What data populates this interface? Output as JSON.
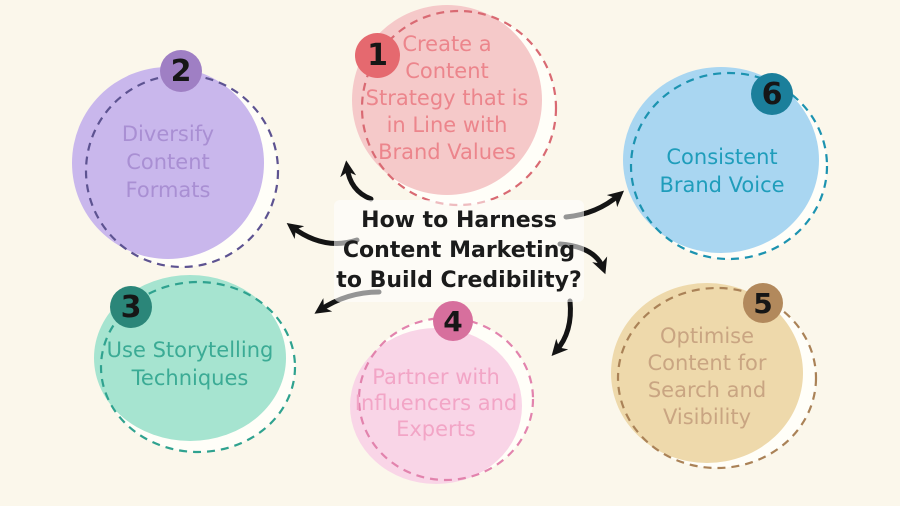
{
  "canvas": {
    "background": "#FBF7EB",
    "halo": "#FFFEF8"
  },
  "title": {
    "text": "How to Harness\nContent Marketing\nto Build Credibility?",
    "color": "#1B1B1B"
  },
  "arrow_color": "#141414",
  "steps": [
    {
      "number": "1",
      "label": "Create a\nContent\nStrategy that is\nin Line with\nBrand Values",
      "fill": "#F5C9C9",
      "dash_color": "#D96A73",
      "text_color": "#EC858C",
      "badge_color": "#E5696F"
    },
    {
      "number": "2",
      "label": "Diversify\nContent\nFormats",
      "fill": "#C9B7EC",
      "dash_color": "#5D5391",
      "text_color": "#A98FD3",
      "badge_color": "#9F7FC4"
    },
    {
      "number": "3",
      "label": "Use Storytelling\nTechniques",
      "fill": "#A6E4D0",
      "dash_color": "#2FA28F",
      "text_color": "#3BAB95",
      "badge_color": "#2B8679"
    },
    {
      "number": "4",
      "label": "Partner with\nInfluencers and\nExperts",
      "fill": "#F9D5E7",
      "dash_color": "#E283AD",
      "text_color": "#F2A5C6",
      "badge_color": "#D76F9D"
    },
    {
      "number": "5",
      "label": "Optimise\nContent for\nSearch and\nVisibility",
      "fill": "#EED9AB",
      "dash_color": "#AA8257",
      "text_color": "#C9A582",
      "badge_color": "#B2895C"
    },
    {
      "number": "6",
      "label": "Consistent\nBrand Voice",
      "fill": "#A9D6F1",
      "dash_color": "#1C93B0",
      "text_color": "#1F9DBB",
      "badge_color": "#1B7F9B"
    }
  ]
}
